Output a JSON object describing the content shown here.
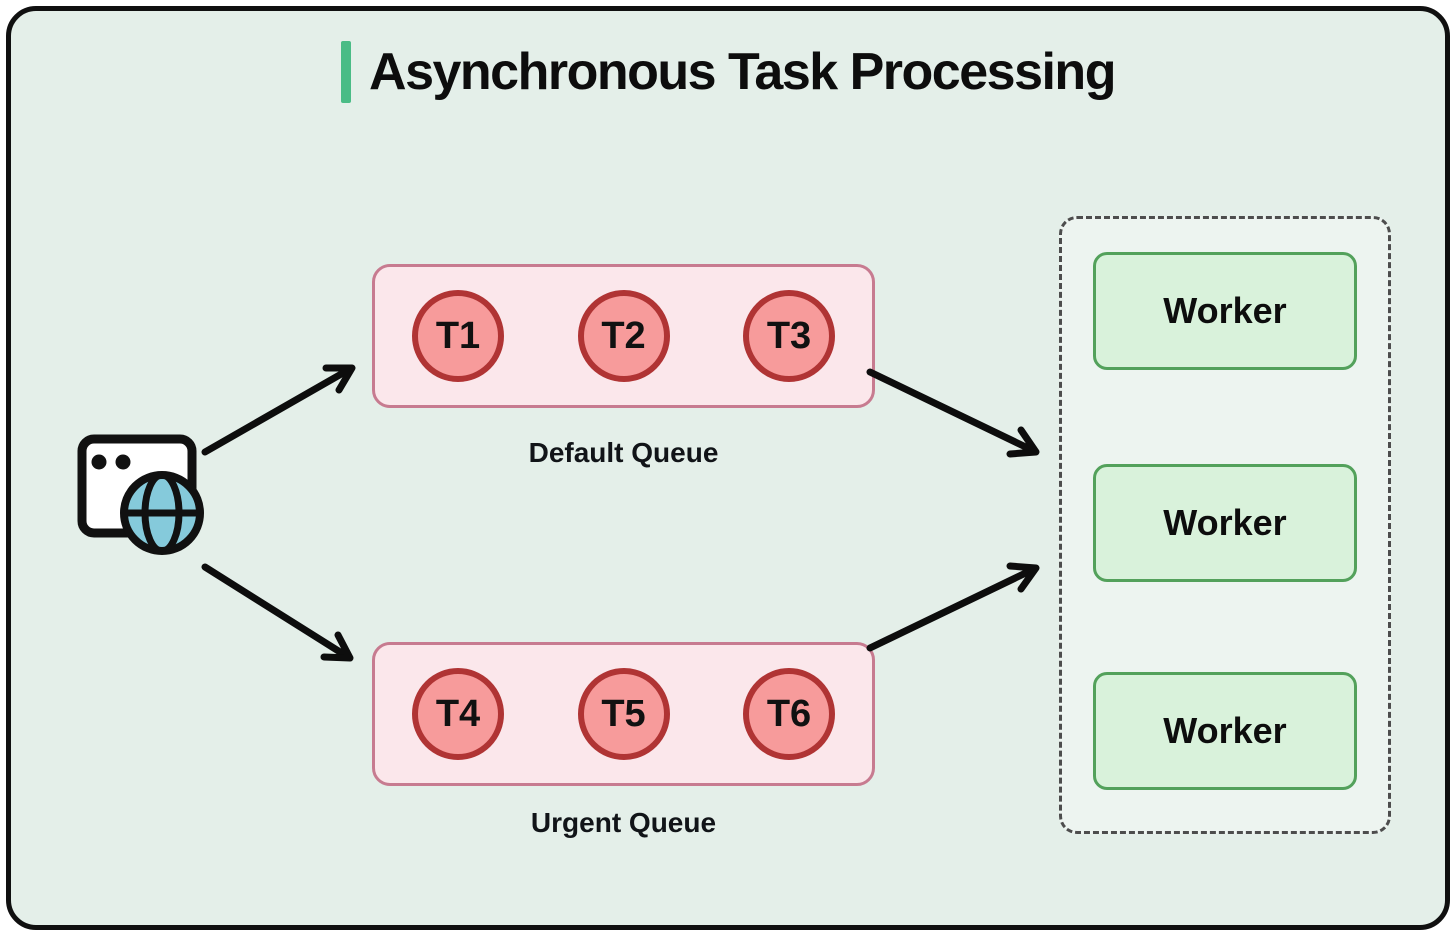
{
  "title": {
    "text": "Asynchronous Task Processing"
  },
  "source": {
    "icon": "browser-globe-icon"
  },
  "queues": [
    {
      "label": "Default Queue",
      "tasks": [
        "T1",
        "T2",
        "T3"
      ]
    },
    {
      "label": "Urgent Queue",
      "tasks": [
        "T4",
        "T5",
        "T6"
      ]
    }
  ],
  "workers": {
    "items": [
      "Worker",
      "Worker",
      "Worker"
    ]
  },
  "colors": {
    "canvas_bg": "#e4efe9",
    "frame_border": "#101010",
    "accent_green": "#4abc86",
    "queue_fill": "#fbe7eb",
    "queue_border": "#c77b90",
    "task_fill": "#f79b9b",
    "task_border": "#b03434",
    "worker_fill": "#d9f2db",
    "worker_border": "#53a15b",
    "workers_panel_bg": "#edf4f0",
    "workers_panel_dash": "#4d4d4d",
    "globe_fill": "#85cadb",
    "arrow_color": "#0d0d0d"
  }
}
